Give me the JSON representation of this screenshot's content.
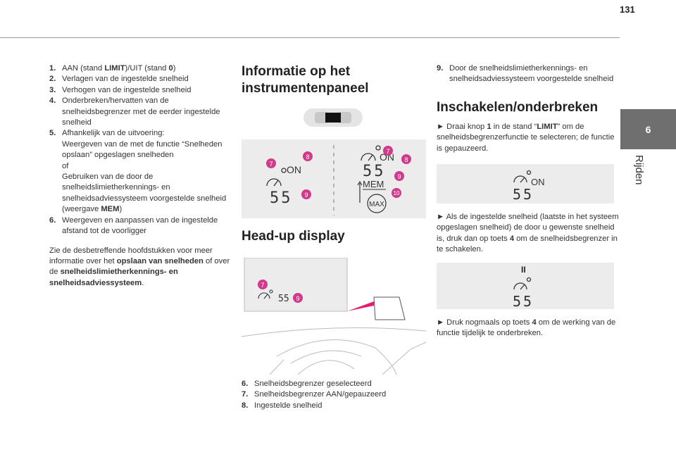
{
  "page": {
    "number": "131"
  },
  "sidebar": {
    "chapter_number": "6",
    "chapter_title": "Rijden"
  },
  "col1": {
    "items": [
      {
        "num": "1.",
        "parts": [
          "AAN (stand ",
          "LIMIT",
          ")/UIT (stand ",
          "0",
          ")"
        ]
      },
      {
        "num": "2.",
        "text": "Verlagen van de ingestelde snelheid"
      },
      {
        "num": "3.",
        "text": "Verhogen van de ingestelde snelheid"
      },
      {
        "num": "4.",
        "text": "Onderbreken/hervatten van de snelheidsbegrenzer met de eerder ingestelde snelheid"
      },
      {
        "num": "5.",
        "lines": [
          "Afhankelijk van de uitvoering:",
          "Weergeven van de met de functie “Snelheden opslaan” opgeslagen snelheden",
          "of",
          "Gebruiken van de door de snelheidslimietherkennings- en snelheidsadviessysteem voorgestelde snelheid (weergave "
        ],
        "bold_tail": "MEM",
        "tail": ")"
      },
      {
        "num": "6.",
        "text": "Weergeven en aanpassen van de ingestelde afstand tot de voorligger"
      }
    ],
    "note": {
      "t1": "Zie de desbetreffende hoofdstukken voor meer informatie over het ",
      "b1": "opslaan van snelheden",
      "t2": " of over de ",
      "b2": "snelheidslimietherkennings- en snelheidsadviessysteem",
      "t3": "."
    }
  },
  "col2": {
    "heading1": "Informatie op het instrumentenpaneel",
    "heading2": "Head-up display",
    "figure1": {
      "left_on": "ON",
      "left_speed": "55",
      "left_badges": [
        "7",
        "8",
        "9"
      ],
      "right_on": "ON",
      "right_speed": "55",
      "right_mem": "MEM",
      "right_max": "MAX",
      "right_badges": [
        "7",
        "8",
        "9",
        "10"
      ]
    },
    "figure2": {
      "speed": "55",
      "badges": [
        "7",
        "9"
      ]
    },
    "items": [
      {
        "num": "6.",
        "text": "Snelheidsbegrenzer geselecteerd"
      },
      {
        "num": "7.",
        "text": "Snelheidsbegrenzer AAN/gepauzeerd"
      },
      {
        "num": "8.",
        "text": "Ingestelde snelheid"
      }
    ]
  },
  "col3": {
    "item9": {
      "num": "9.",
      "text": "Door de snelheidslimietherkennings- en snelheidsadviessysteem voorgestelde snelheid"
    },
    "heading": "Inschakelen/onderbreken",
    "p1": {
      "t1": "► Draai knop ",
      "b1": "1",
      "t2": " in de stand “",
      "b2": "LIMIT",
      "t3": "” om de snelheidsbegrenzerfunctie te selecteren; de functie is gepauzeerd."
    },
    "fig_on": {
      "on": "ON",
      "speed": "55"
    },
    "p2": {
      "t1": "► Als de ingestelde snelheid (laatste in het systeem opgeslagen snelheid) de door u gewenste snelheid is, druk dan op toets ",
      "b1": "4",
      "t2": " om de snelheidsbegrenzer in te schakelen."
    },
    "fig_pause": {
      "pause": "II",
      "speed": "55"
    },
    "p3": {
      "t1": "► Druk nogmaals op toets ",
      "b1": "4",
      "t2": " om de werking van de functie tijdelijk te onderbreken."
    }
  }
}
